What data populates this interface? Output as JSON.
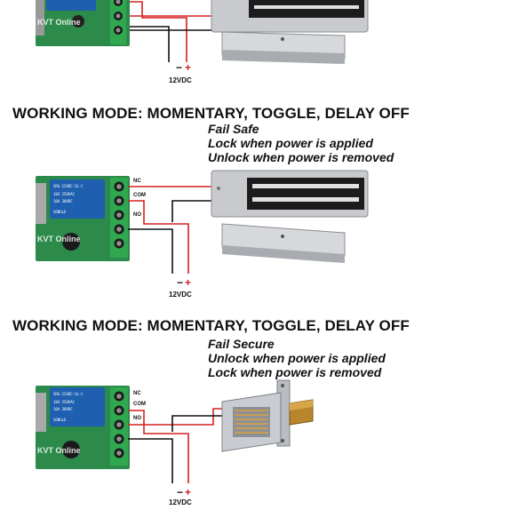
{
  "watermark": "KVT Online",
  "terminals": {
    "nc": "NC",
    "com": "COM",
    "no": "NO"
  },
  "power": {
    "label": "12VDC",
    "minus": "−",
    "plus": "+"
  },
  "relay_text": {
    "model": "SRG-12VDC-SL-C",
    "rating1": "10A 250VAC",
    "rating2": "10A 30VDC",
    "brand": "SONGLE"
  },
  "panels": [
    {
      "heading": "",
      "captions": []
    },
    {
      "heading": "WORKING MODE: MOMENTARY, TOGGLE, DELAY OFF",
      "captions": [
        "Fail Safe",
        "Lock when power is applied",
        "Unlock when power is removed"
      ]
    },
    {
      "heading": "WORKING MODE: MOMENTARY, TOGGLE, DELAY OFF",
      "captions": [
        "Fail Secure",
        "Unlock when power is applied",
        "Lock when power is removed"
      ]
    }
  ],
  "colors": {
    "wire_red": "#d42020",
    "wire_black": "#111111",
    "pcb": "#2c8a4a",
    "terminal": "#2fa84f",
    "relay": "#1f5fb0",
    "maglock": "#c8cacd"
  }
}
